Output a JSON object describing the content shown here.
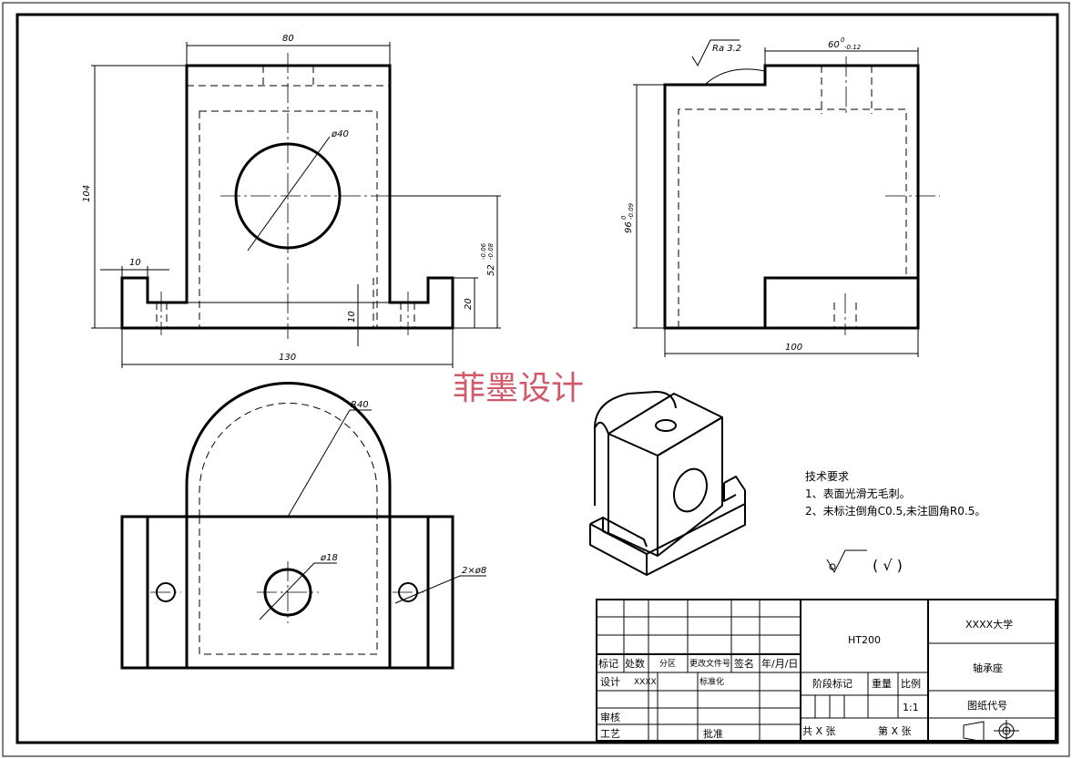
{
  "watermark": "菲墨设计",
  "dimensions": {
    "front_width": "80",
    "front_height": "104",
    "bore_diameter": "ø40",
    "foot_width": "10",
    "center_height": "52",
    "center_height_tol_upper": "-0.06",
    "center_height_tol_lower": "-0.08",
    "foot_height": "20",
    "slot_depth": "10",
    "base_length": "130",
    "side_roughness": "Ra 3.2",
    "side_top_width": "60",
    "side_top_width_tol_upper": "0",
    "side_top_width_tol_lower": "-0.12",
    "side_height": "96",
    "side_height_tol_upper": "0",
    "side_height_tol_lower": "-0.09",
    "side_length": "100",
    "top_radius": "R40",
    "top_hole": "ø18",
    "mount_holes": "2×ø8"
  },
  "technical_requirements": {
    "title": "技术要求",
    "item1": "1、表面光滑无毛刺。",
    "item2": "2、未标注倒角C0.5,未注圆角R0.5。"
  },
  "surface_symbol": "( √ )",
  "title_block": {
    "material": "HT200",
    "school": "XXXX大学",
    "part_name": "轴承座",
    "drawing_code": "图纸代号",
    "h_mark": "标记",
    "h_count": "处数",
    "h_zone": "分区",
    "h_doc": "更改文件号",
    "h_sign": "签名",
    "h_date": "年/月/日",
    "designer_label": "设计",
    "designer": "XXXX",
    "standard_label": "标准化",
    "review_label": "审核",
    "process_label": "工艺",
    "approve_label": "批准",
    "stage_label": "阶段标记",
    "weight_label": "重量",
    "scale_label": "比例",
    "scale": "1:1",
    "sheets_total": "共 X 张",
    "sheet_no": "第 X 张"
  }
}
